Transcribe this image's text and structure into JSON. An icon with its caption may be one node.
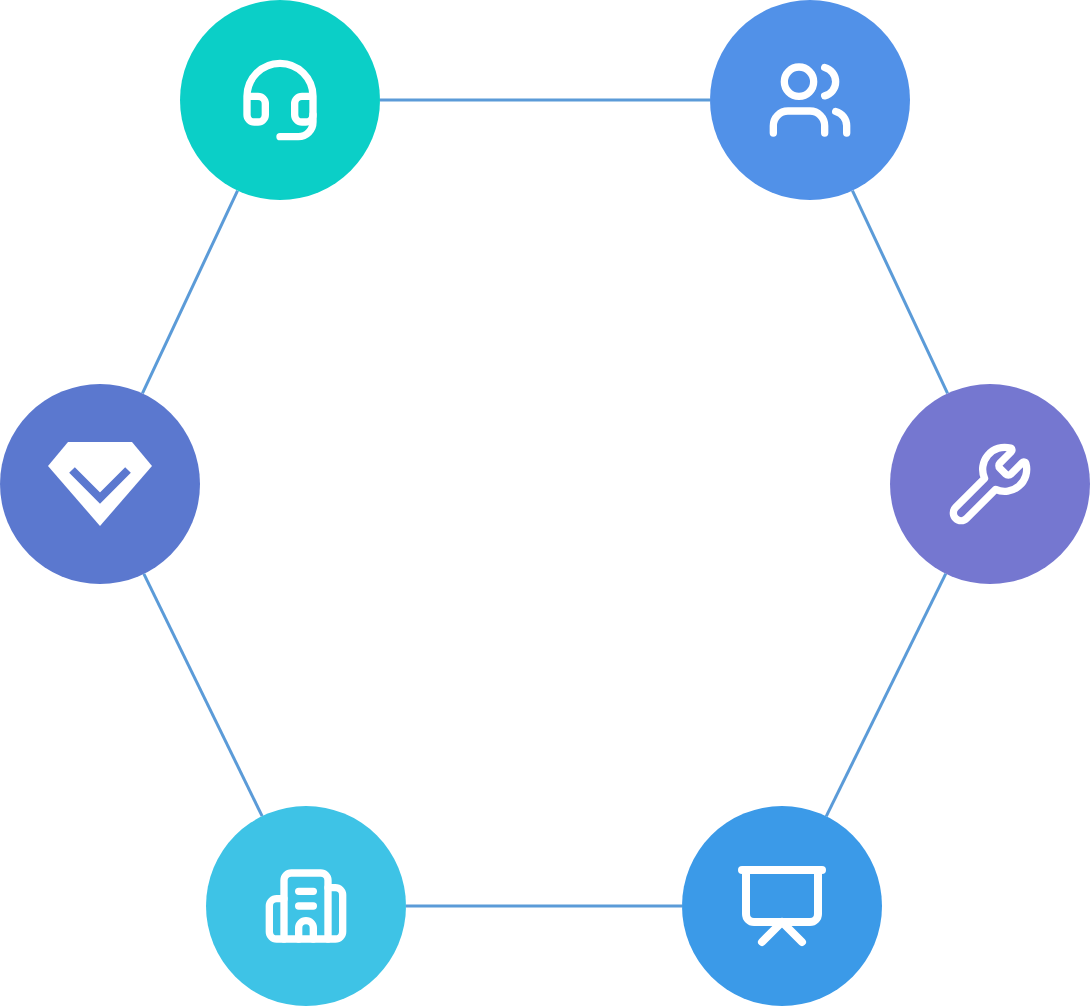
{
  "diagram": {
    "nodes": [
      {
        "text": [],
        "shape": "circle"
      },
      {
        "text": [],
        "shape": "circle"
      },
      {
        "text": [],
        "shape": "circle"
      },
      {
        "text": [],
        "shape": "circle"
      },
      {
        "text": [],
        "shape": "circle"
      },
      {
        "text": [],
        "shape": "circle"
      }
    ],
    "edges": [
      {
        "from": 0,
        "to": 1,
        "arrow": "none"
      },
      {
        "from": 1,
        "to": 3,
        "arrow": "none"
      },
      {
        "from": 3,
        "to": 5,
        "arrow": "none"
      },
      {
        "from": 5,
        "to": 4,
        "arrow": "none"
      },
      {
        "from": 4,
        "to": 2,
        "arrow": "none"
      },
      {
        "from": 2,
        "to": 0,
        "arrow": "none"
      }
    ]
  }
}
